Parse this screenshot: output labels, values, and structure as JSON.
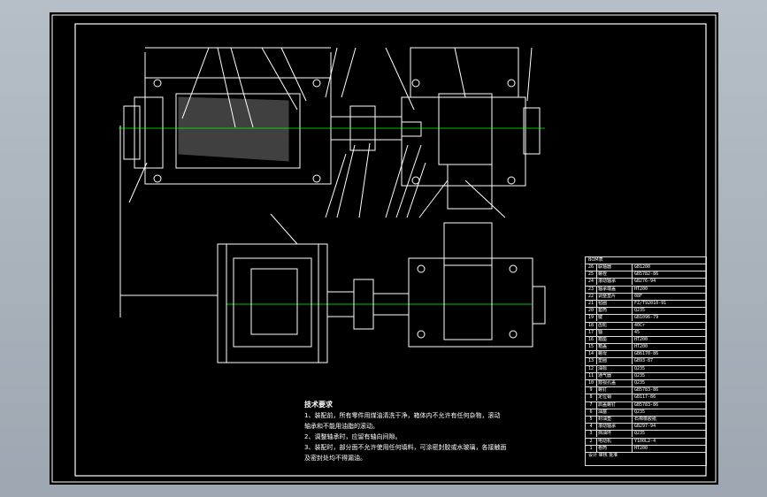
{
  "technical_requirements": {
    "title": "技术要求",
    "lines": [
      "1、装配前，所有零件用煤油清洗干净，箱体内不允许有任何杂物，滚动",
      "轴承和不能用油脂的滚动。",
      "2、调整轴承时，应留有轴向间隙。",
      "3、装配时，部分面不允许使用任何填料，可涂密封胶或水玻璃，各接触面",
      "及密封处均不得漏油。"
    ]
  },
  "title_block": {
    "header": "BOM表",
    "footer": "设计  审核  批准",
    "rows": [
      [
        "26",
        "联轴器",
        "GB1200"
      ],
      [
        "25",
        "螺栓",
        "GB5782-86"
      ],
      [
        "24",
        "滚动轴承",
        "GB276-94"
      ],
      [
        "23",
        "轴承端盖",
        "HT200"
      ],
      [
        "22",
        "调整垫片",
        "08F"
      ],
      [
        "21",
        "毡圈",
        "FZ/T92010-91"
      ],
      [
        "20",
        "套筒",
        "Q235"
      ],
      [
        "19",
        "键",
        "GB1096-79"
      ],
      [
        "18",
        "齿轮",
        "40Cr"
      ],
      [
        "17",
        "轴",
        "45"
      ],
      [
        "16",
        "箱座",
        "HT200"
      ],
      [
        "15",
        "箱盖",
        "HT200"
      ],
      [
        "14",
        "螺母",
        "GB6170-86"
      ],
      [
        "13",
        "垫圈",
        "GB93-87"
      ],
      [
        "12",
        "油标",
        "Q235"
      ],
      [
        "11",
        "通气器",
        "Q235"
      ],
      [
        "10",
        "窥视孔盖",
        "Q235"
      ],
      [
        "9",
        "螺钉",
        "GB5783-86"
      ],
      [
        "8",
        "定位销",
        "GB117-86"
      ],
      [
        "7",
        "启盖螺钉",
        "GB5783-86"
      ],
      [
        "6",
        "油塞",
        "Q235"
      ],
      [
        "5",
        "封油垫",
        "石棉橡胶纸"
      ],
      [
        "4",
        "滚动轴承",
        "GB297-94"
      ],
      [
        "3",
        "挡油环",
        "Q235"
      ],
      [
        "2",
        "电动机",
        "Y100L2-4"
      ],
      [
        "1",
        "卷筒",
        "HT200"
      ]
    ]
  },
  "colors": {
    "background": "#000000",
    "line": "#ffffff",
    "accent": "#00ff00"
  }
}
